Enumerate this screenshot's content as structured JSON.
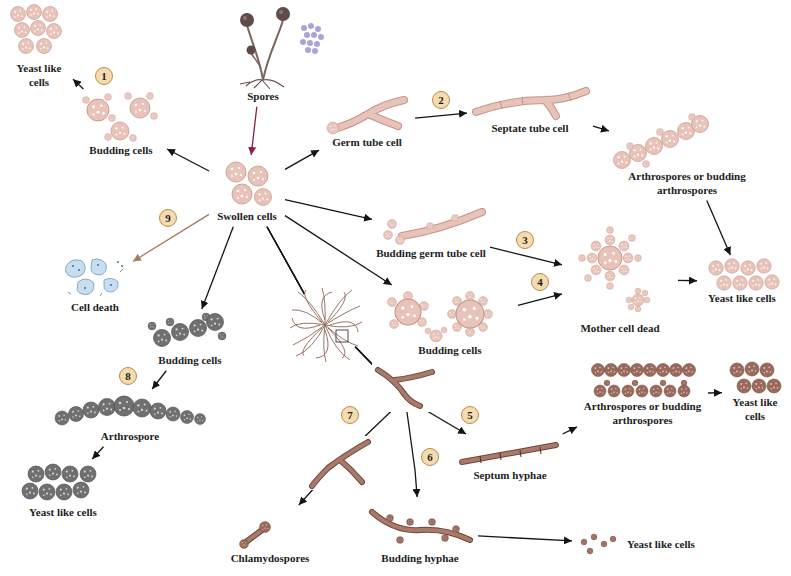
{
  "diagram": {
    "nodes": [
      {
        "text": [
          "Spores"
        ]
      },
      {
        "text": [
          "Yeast like cells"
        ]
      },
      {
        "text": [
          "Budding cells"
        ]
      },
      {
        "text": [
          "Germ tube cell"
        ]
      },
      {
        "text": [
          "Septate tube cell"
        ]
      },
      {
        "text": [
          "Arthrospores or budding arthrospores"
        ]
      },
      {
        "text": [
          "Swollen cells"
        ]
      },
      {
        "text": [
          "Budding germ tube cell"
        ]
      },
      {
        "text": [
          "Yeast like cells"
        ]
      },
      {
        "text": [
          "Mother cell dead"
        ]
      },
      {
        "text": [
          "Budding cells"
        ]
      },
      {
        "text": [
          "Cell death"
        ]
      },
      {
        "text": [
          "Budding cells"
        ]
      },
      {
        "text": [
          "Arthrospore"
        ]
      },
      {
        "text": [
          "Septum hyphae"
        ]
      },
      {
        "text": [
          "Arthrospores or budding arthrospores"
        ]
      },
      {
        "text": [
          "Yeast like cells"
        ]
      },
      {
        "text": [
          "Yeast like cells"
        ]
      },
      {
        "text": [
          "Chlamydospores"
        ]
      },
      {
        "text": [
          "Budding hyphae"
        ]
      },
      {
        "text": [
          "Yeast like cells"
        ]
      }
    ],
    "edges": [
      {
        "from": 0,
        "to": 6,
        "arrow": "to"
      },
      {
        "from": 6,
        "to": 2,
        "arrow": "to"
      },
      {
        "from": 2,
        "to": 1,
        "arrow": "to"
      },
      {
        "from": 6,
        "to": 3,
        "arrow": "to"
      },
      {
        "from": 3,
        "to": 4,
        "arrow": "to"
      },
      {
        "from": 4,
        "to": 5,
        "arrow": "to"
      },
      {
        "from": 5,
        "to": 8,
        "arrow": "to"
      },
      {
        "from": 6,
        "to": 7,
        "arrow": "to"
      },
      {
        "from": 7,
        "to": 9,
        "arrow": "to"
      },
      {
        "from": 9,
        "to": 8,
        "arrow": "to"
      },
      {
        "from": 6,
        "to": 10,
        "arrow": "to"
      },
      {
        "from": 10,
        "to": 9,
        "arrow": "to"
      },
      {
        "from": 6,
        "to": 11,
        "arrow": "to"
      },
      {
        "from": 6,
        "to": 12,
        "arrow": "to"
      },
      {
        "from": 12,
        "to": 13,
        "arrow": "to"
      },
      {
        "from": 13,
        "to": 17,
        "arrow": "to"
      },
      {
        "from": 6,
        "to": 14,
        "arrow": "to"
      },
      {
        "from": 14,
        "to": 15,
        "arrow": "to"
      },
      {
        "from": 15,
        "to": 16,
        "arrow": "to"
      },
      {
        "from": 6,
        "to": 19,
        "arrow": "to"
      },
      {
        "from": 19,
        "to": 20,
        "arrow": "to"
      },
      {
        "from": 6,
        "to": 18,
        "arrow": "to"
      }
    ],
    "labels": [
      "1",
      "2",
      "3",
      "4",
      "5",
      "6",
      "7",
      "8",
      "9"
    ]
  }
}
